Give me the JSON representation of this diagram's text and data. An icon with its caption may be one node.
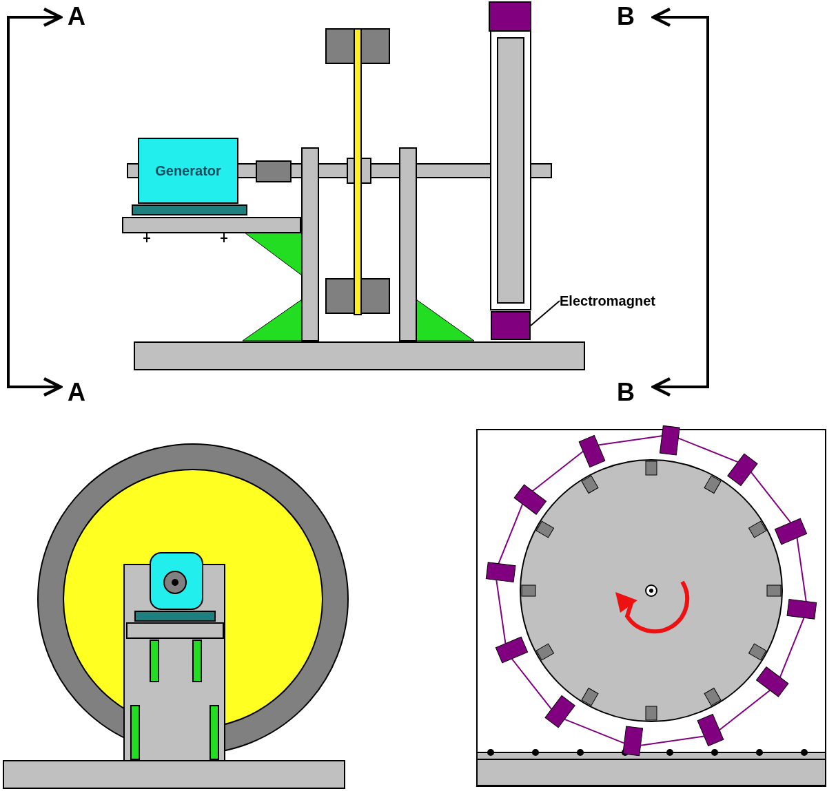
{
  "diagram": {
    "nodes": [
      {
        "text": [
          "Generator"
        ]
      },
      {
        "text": [
          "Electromagnet"
        ]
      },
      {
        "text": [],
        "shape": "box"
      }
    ],
    "edges": [
      {
        "from": 1,
        "to": 2,
        "arrow": "none"
      }
    ],
    "labels": [
      "A",
      "B",
      "A",
      "B"
    ]
  }
}
